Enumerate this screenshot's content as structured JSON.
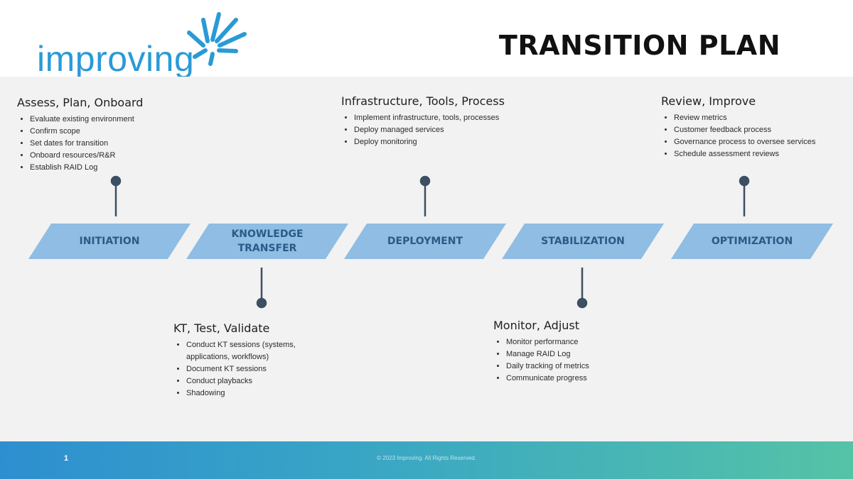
{
  "brand": {
    "logo_text": "improving",
    "logo_color": "#2a9ad6",
    "accent_dark": "#2a5b87",
    "phase_fill": "#8fbde3",
    "connector_color": "#3d4f62"
  },
  "title": "TRANSITION PLAN",
  "phases": [
    {
      "label": "INITIATION"
    },
    {
      "label": "KNOWLEDGE TRANSFER"
    },
    {
      "label": "DEPLOYMENT"
    },
    {
      "label": "STABILIZATION"
    },
    {
      "label": "OPTIMIZATION"
    }
  ],
  "callouts": {
    "initiation": {
      "title": "Assess, Plan, Onboard",
      "items": [
        "Evaluate existing environment",
        "Confirm scope",
        "Set dates for transition",
        "Onboard resources/R&R",
        "Establish RAID Log"
      ]
    },
    "knowledge_transfer": {
      "title": "KT, Test, Validate",
      "items": [
        "Conduct KT sessions (systems, applications, workflows)",
        "Document KT sessions",
        "Conduct playbacks",
        "Shadowing"
      ]
    },
    "deployment": {
      "title": "Infrastructure, Tools, Process",
      "items": [
        "Implement infrastructure, tools, processes",
        "Deploy managed services",
        "Deploy monitoring"
      ]
    },
    "stabilization": {
      "title": "Monitor, Adjust",
      "items": [
        "Monitor performance",
        "Manage RAID Log",
        "Daily tracking of metrics",
        "Communicate progress"
      ]
    },
    "optimization": {
      "title": "Review, Improve",
      "items": [
        "Review metrics",
        "Customer feedback process",
        "Governance process to oversee services",
        "Schedule assessment reviews"
      ]
    }
  },
  "footer": {
    "page_number": "1",
    "copyright": "© 2023 Improving. All Rights Reserved."
  }
}
